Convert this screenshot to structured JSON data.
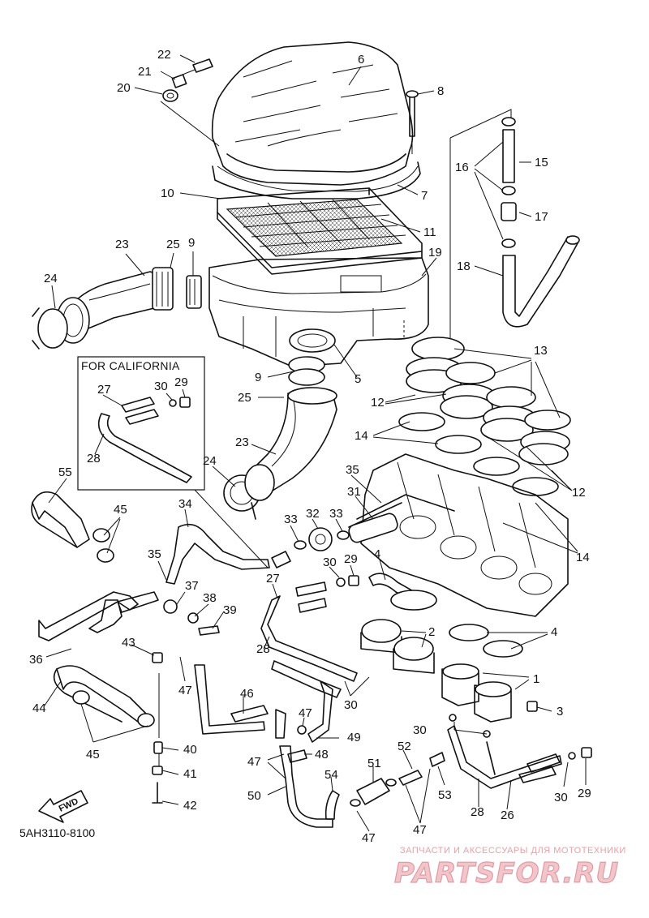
{
  "inset_title": "FOR CALIFORNIA",
  "diagram_code": "5AH3110-8100",
  "fwd_label": "FWD",
  "watermark": {
    "tagline": "ЗАПЧАСТИ И АКСЕССУАРЫ ДЛЯ МОТОТЕХНИКИ",
    "logo": "PARTSFOR.RU"
  },
  "callouts": [
    {
      "id": "c22",
      "text": "22"
    },
    {
      "id": "c21",
      "text": "21"
    },
    {
      "id": "c20",
      "text": "20"
    },
    {
      "id": "c6",
      "text": "6"
    },
    {
      "id": "c8",
      "text": "8"
    },
    {
      "id": "c7",
      "text": "7"
    },
    {
      "id": "c10",
      "text": "10"
    },
    {
      "id": "c11",
      "text": "11"
    },
    {
      "id": "c16",
      "text": "16"
    },
    {
      "id": "c15",
      "text": "15"
    },
    {
      "id": "c17",
      "text": "17"
    },
    {
      "id": "c18",
      "text": "18"
    },
    {
      "id": "c23a",
      "text": "23"
    },
    {
      "id": "c25a",
      "text": "25"
    },
    {
      "id": "c9a",
      "text": "9"
    },
    {
      "id": "c19",
      "text": "19"
    },
    {
      "id": "c24a",
      "text": "24"
    },
    {
      "id": "c9b",
      "text": "9"
    },
    {
      "id": "c5",
      "text": "5"
    },
    {
      "id": "c25b",
      "text": "25"
    },
    {
      "id": "c13",
      "text": "13"
    },
    {
      "id": "c12a",
      "text": "12"
    },
    {
      "id": "c14a",
      "text": "14"
    },
    {
      "id": "c23b",
      "text": "23"
    },
    {
      "id": "c24b",
      "text": "24"
    },
    {
      "id": "c12b",
      "text": "12"
    },
    {
      "id": "c27a",
      "text": "27"
    },
    {
      "id": "c30a",
      "text": "30"
    },
    {
      "id": "c29a",
      "text": "29"
    },
    {
      "id": "c28a",
      "text": "28"
    },
    {
      "id": "c55",
      "text": "55"
    },
    {
      "id": "c45a",
      "text": "45"
    },
    {
      "id": "c34",
      "text": "34"
    },
    {
      "id": "c35a",
      "text": "35"
    },
    {
      "id": "c31",
      "text": "31"
    },
    {
      "id": "c33a",
      "text": "33"
    },
    {
      "id": "c32",
      "text": "32"
    },
    {
      "id": "c33b",
      "text": "33"
    },
    {
      "id": "c14b",
      "text": "14"
    },
    {
      "id": "c35b",
      "text": "35"
    },
    {
      "id": "c30b",
      "text": "30"
    },
    {
      "id": "c29b",
      "text": "29"
    },
    {
      "id": "c4a",
      "text": "4"
    },
    {
      "id": "c27b",
      "text": "27"
    },
    {
      "id": "c37",
      "text": "37"
    },
    {
      "id": "c38",
      "text": "38"
    },
    {
      "id": "c39",
      "text": "39"
    },
    {
      "id": "c36",
      "text": "36"
    },
    {
      "id": "c43",
      "text": "43"
    },
    {
      "id": "c28b",
      "text": "28"
    },
    {
      "id": "c2",
      "text": "2"
    },
    {
      "id": "c4b",
      "text": "4"
    },
    {
      "id": "c47a",
      "text": "47"
    },
    {
      "id": "c46",
      "text": "46"
    },
    {
      "id": "c30c",
      "text": "30"
    },
    {
      "id": "c1",
      "text": "1"
    },
    {
      "id": "c44",
      "text": "44"
    },
    {
      "id": "c3",
      "text": "3"
    },
    {
      "id": "c47b",
      "text": "47"
    },
    {
      "id": "c49",
      "text": "49"
    },
    {
      "id": "c30d",
      "text": "30"
    },
    {
      "id": "c45b",
      "text": "45"
    },
    {
      "id": "c40",
      "text": "40"
    },
    {
      "id": "c52",
      "text": "52"
    },
    {
      "id": "c47c",
      "text": "47"
    },
    {
      "id": "c48",
      "text": "48"
    },
    {
      "id": "c51",
      "text": "51"
    },
    {
      "id": "c41",
      "text": "41"
    },
    {
      "id": "c50",
      "text": "50"
    },
    {
      "id": "c54",
      "text": "54"
    },
    {
      "id": "c53",
      "text": "53"
    },
    {
      "id": "c30e",
      "text": "30"
    },
    {
      "id": "c29c",
      "text": "29"
    },
    {
      "id": "c42",
      "text": "42"
    },
    {
      "id": "c28c",
      "text": "28"
    },
    {
      "id": "c26",
      "text": "26"
    },
    {
      "id": "c47d",
      "text": "47"
    },
    {
      "id": "c47e",
      "text": "47"
    }
  ]
}
